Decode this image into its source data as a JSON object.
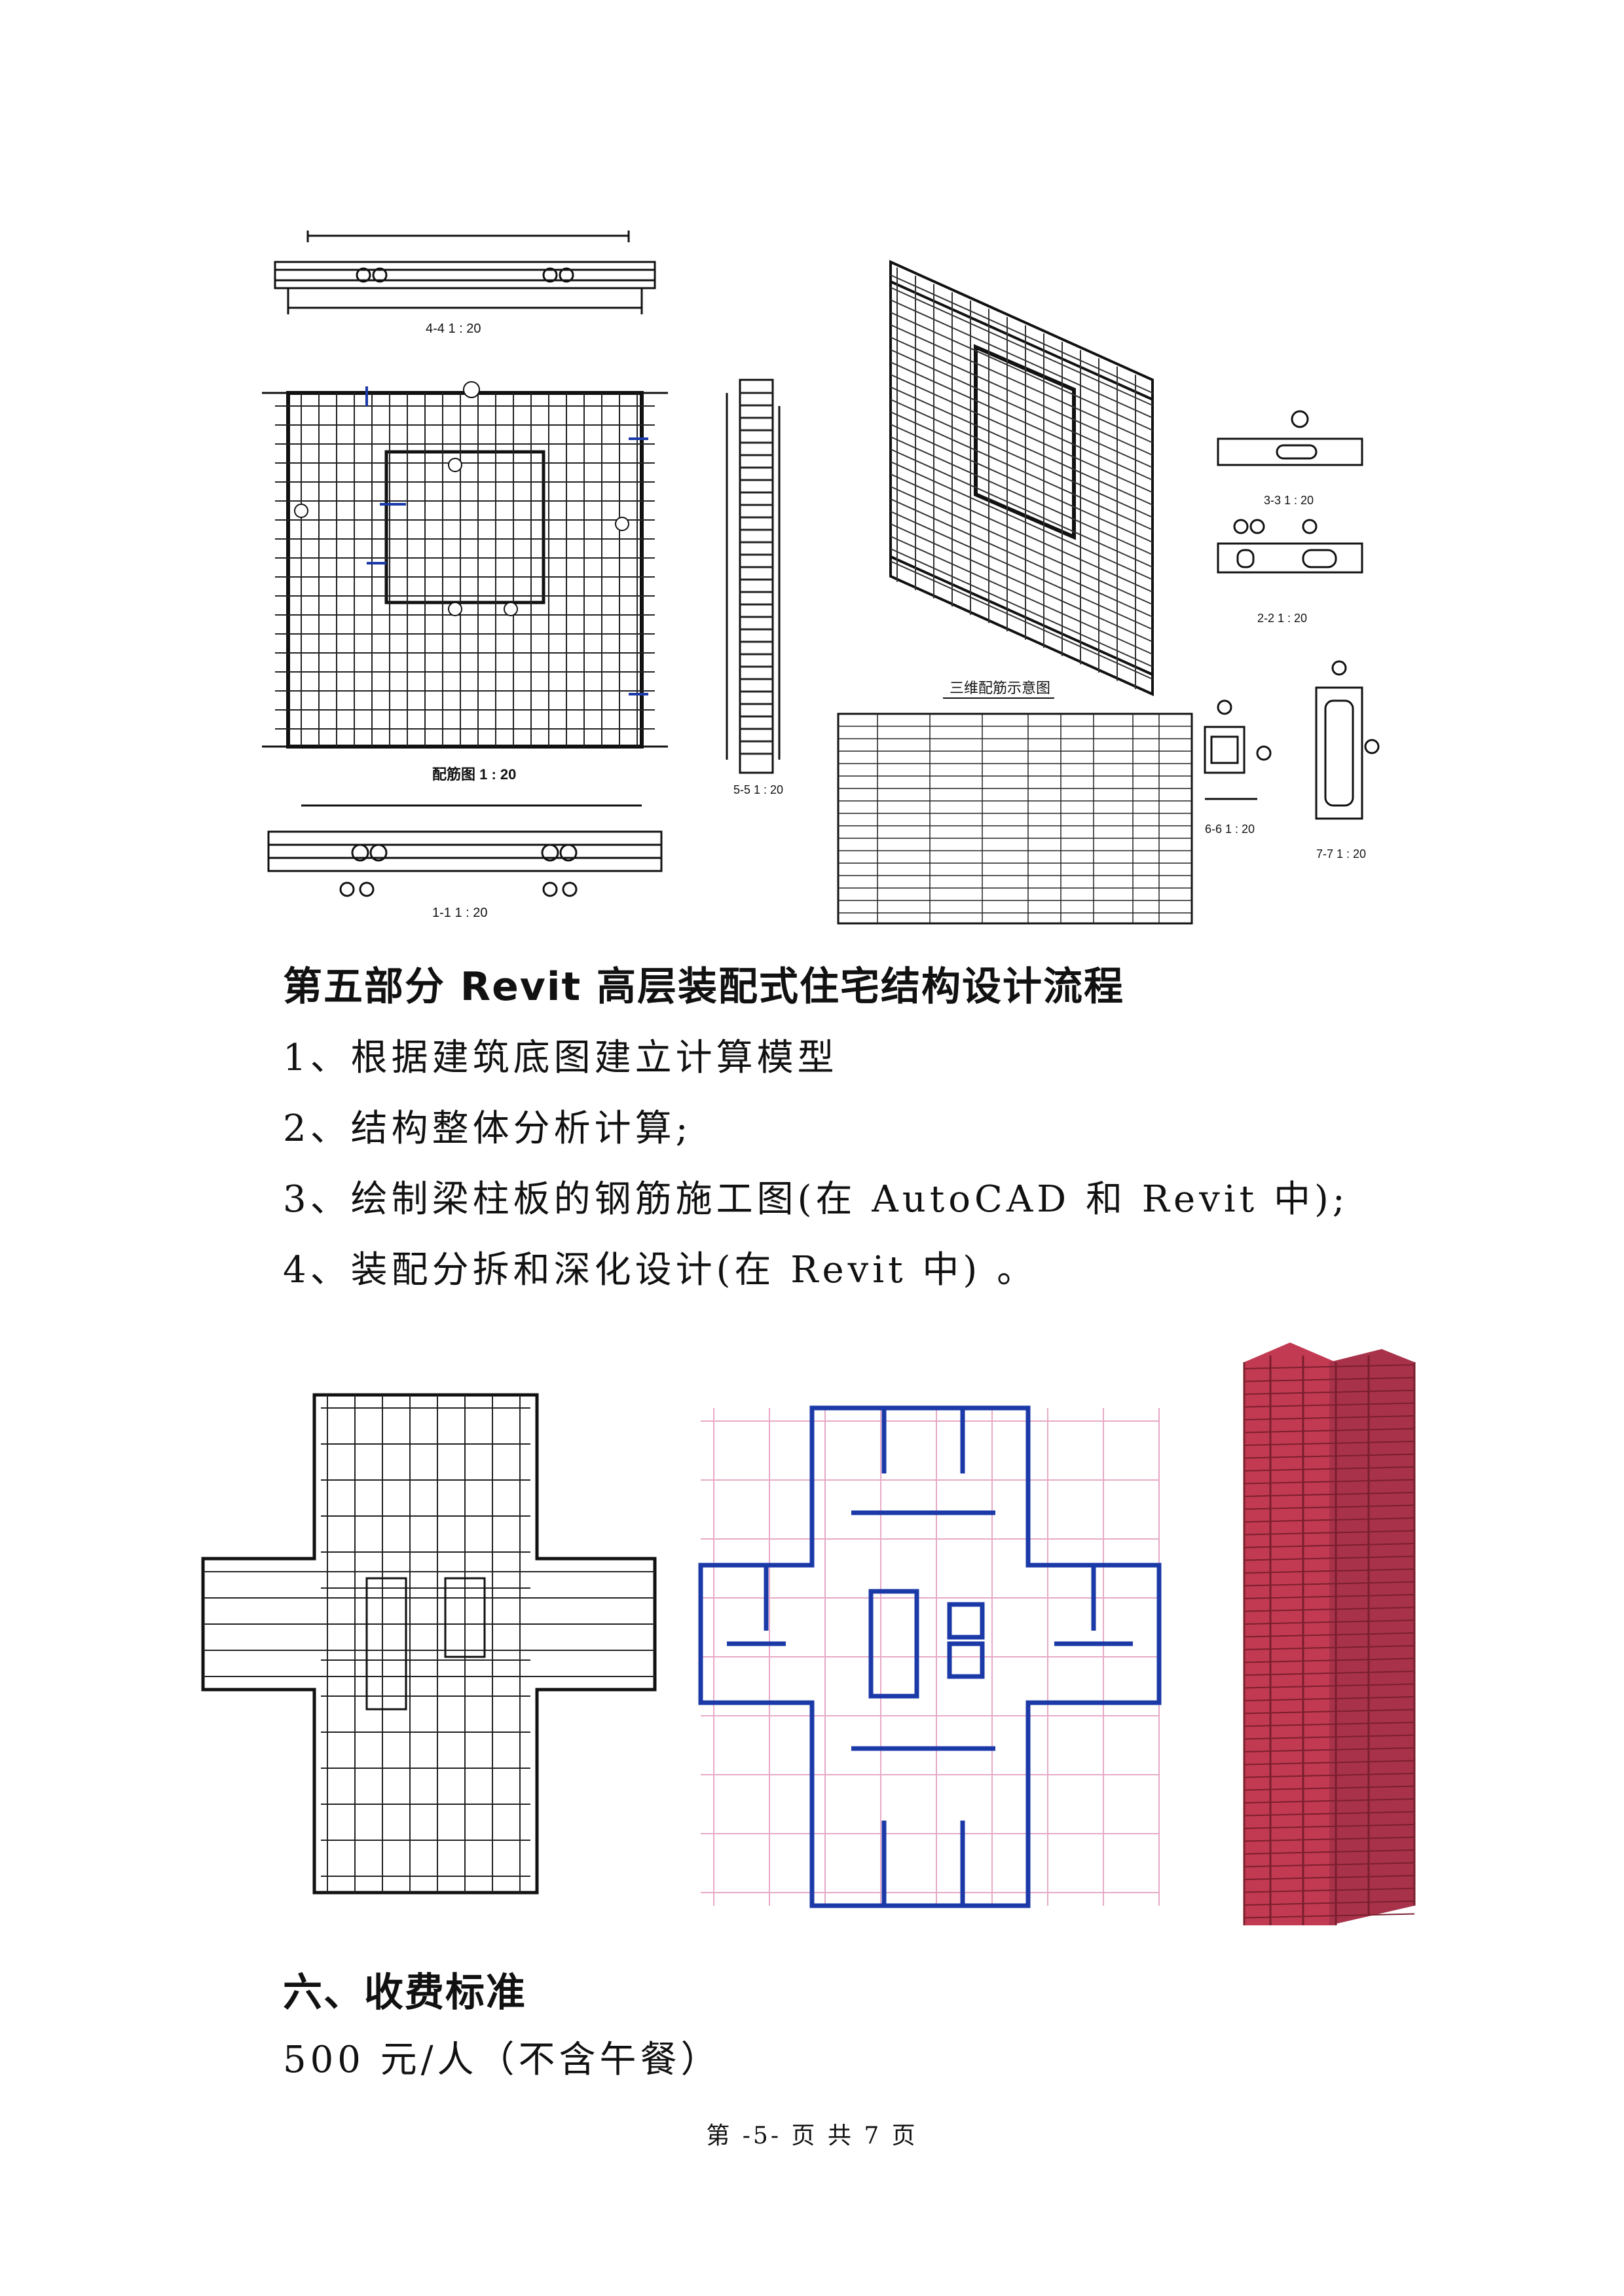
{
  "drawings": {
    "section_44": "4-4  1 : 20",
    "rebar_plan": "配筋图  1 : 20",
    "section_11": "1-1  1 : 20",
    "section_55": "5-5  1 : 20",
    "section_33": "3-3  1 : 20",
    "section_22": "2-2  1 : 20",
    "view_3d_title": "三维配筋示意图",
    "section_66": "6-6  1 : 20",
    "section_77": "7-7  1 : 20"
  },
  "section5": {
    "heading": "第五部分   Revit 高层装配式住宅结构设计流程",
    "steps": [
      "1、根据建筑底图建立计算模型",
      "2、结构整体分析计算;",
      "3、绘制梁柱板的钢筋施工图(在 AutoCAD 和 Revit 中);",
      "4、装配分拆和深化设计(在 Revit 中) 。"
    ]
  },
  "section6": {
    "heading": "六、收费标准",
    "fee": "500 元/人（不含午餐）"
  },
  "footer": "第 -5- 页 共 7 页",
  "colors": {
    "blueprint": "#1b3aa8",
    "tower": "#c23a52",
    "tower_dark": "#7a1f2e"
  }
}
